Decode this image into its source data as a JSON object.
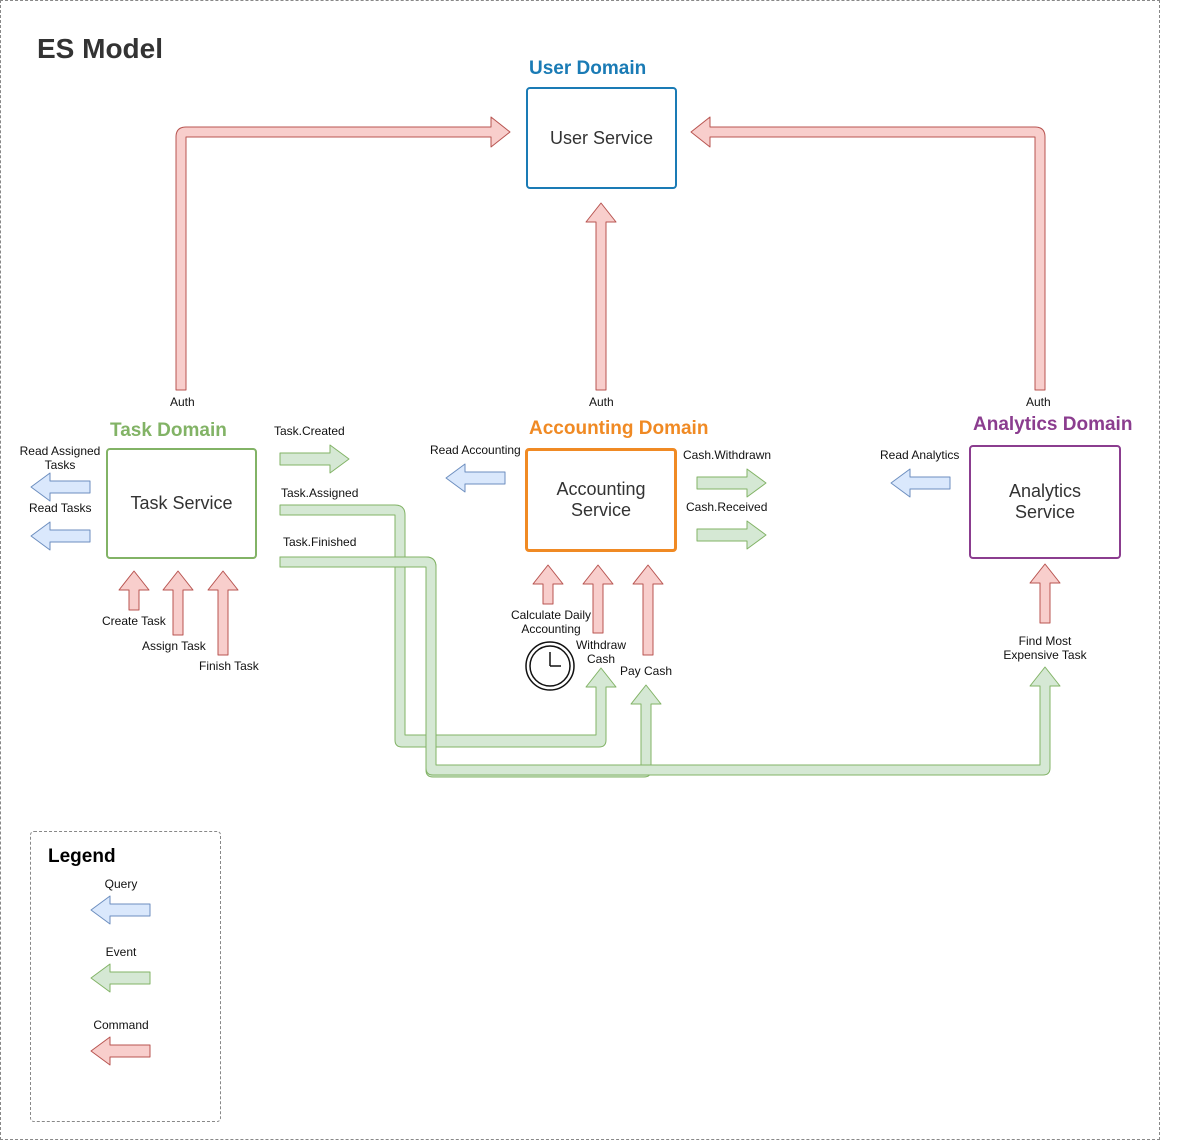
{
  "title": "ES Model",
  "domains": {
    "user": {
      "label": "User Domain",
      "service": "User Service",
      "color": "#1a7bb5"
    },
    "task": {
      "label": "Task Domain",
      "service": "Task Service",
      "color": "#82b366"
    },
    "accounting": {
      "label": "Accounting Domain",
      "service": "Accounting\nService",
      "color": "#f08a24"
    },
    "analytics": {
      "label": "Analytics Domain",
      "service": "Analytics\nService",
      "color": "#8b3d8f"
    }
  },
  "labels": {
    "auth_task": "Auth",
    "auth_accounting": "Auth",
    "auth_analytics": "Auth",
    "read_assigned_tasks": "Read Assigned\nTasks",
    "read_tasks": "Read Tasks",
    "task_created": "Task.Created",
    "task_assigned": "Task.Assigned",
    "task_finished": "Task.Finished",
    "create_task": "Create Task",
    "assign_task": "Assign Task",
    "finish_task": "Finish Task",
    "read_accounting": "Read Accounting",
    "cash_withdrawn": "Cash.Withdrawn",
    "cash_received": "Cash.Received",
    "calculate_daily": "Calculate Daily\nAccounting",
    "withdraw_cash": "Withdraw\nCash",
    "pay_cash": "Pay Cash",
    "read_analytics": "Read Analytics",
    "find_most_expensive": "Find Most\nExpensive Task"
  },
  "legend": {
    "title": "Legend",
    "items": [
      {
        "label": "Query",
        "color": "#dae8fc"
      },
      {
        "label": "Event",
        "color": "#d5e8d4"
      },
      {
        "label": "Command",
        "color": "#f8cecc"
      }
    ]
  },
  "colors": {
    "query_fill": "#dae8fc",
    "query_stroke": "#6c8ebf",
    "event_fill": "#d5e8d4",
    "event_stroke": "#82b366",
    "command_fill": "#f8cecc",
    "command_stroke": "#b85450"
  }
}
